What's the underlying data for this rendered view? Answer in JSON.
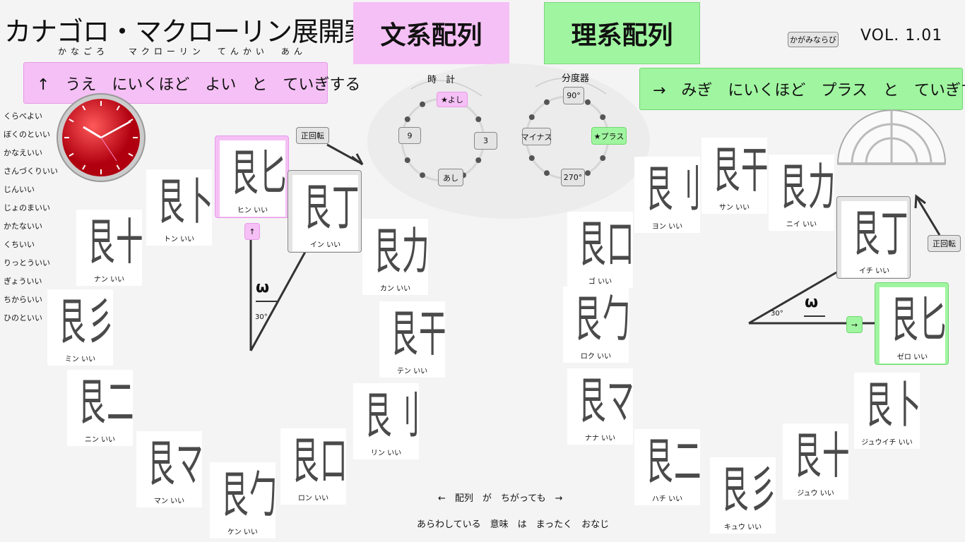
{
  "title": "カナゴロ・マクローリン展開案",
  "furigana": "かなごろ　 マクローリン　てんかい　あん",
  "headers": {
    "bunkei": "文系配列",
    "rikei": "理系配列"
  },
  "banners": {
    "left": "↑　うえ　にいくほど　よい　と　ていぎする",
    "right": "→　みぎ　にいくほど　プラス　と　ていぎする"
  },
  "mirror_button": "かがみならび",
  "version": "VOL. 1.01",
  "left_list": [
    "くらべよい",
    "ぼくのといい",
    "かなえいい",
    "さんづくりいい",
    "じんいい",
    "じょのまいい",
    "かたないい",
    "くちいい",
    "りっとういい",
    "ぎょういい",
    "ちからいい",
    "ひのといい"
  ],
  "dial_clock": {
    "title": "時　計",
    "top": "★よし",
    "left": "9",
    "right": "3",
    "bottom": "あし"
  },
  "dial_protractor": {
    "title": "分度器",
    "top": "90°",
    "left": "マイナス",
    "right": "★プラス",
    "bottom": "270°"
  },
  "rotate_label": "正回転",
  "omega": "ω",
  "angle": "30°",
  "up_arrow": "↑",
  "right_arrow": "→",
  "left_tiles": [
    {
      "part": "匕",
      "label": "ヒン いい"
    },
    {
      "part": "丁",
      "label": "イン いい"
    },
    {
      "part": "卜",
      "label": "トン いい"
    },
    {
      "part": "十",
      "label": "ナン いい"
    },
    {
      "part": "力",
      "label": "カン いい"
    },
    {
      "part": "彡",
      "label": "ミン いい"
    },
    {
      "part": "干",
      "label": "テン いい"
    },
    {
      "part": "二",
      "label": "ニン いい"
    },
    {
      "part": "刂",
      "label": "リン いい"
    },
    {
      "part": "マ",
      "label": "マン いい"
    },
    {
      "part": "口",
      "label": "ロン いい"
    },
    {
      "part": "勹",
      "label": "ケン いい"
    }
  ],
  "right_tiles": [
    {
      "part": "匕",
      "label": "ゼロ いい"
    },
    {
      "part": "丁",
      "label": "イチ いい"
    },
    {
      "part": "卜",
      "label": "ジュウイチ いい"
    },
    {
      "part": "十",
      "label": "ジュウ いい"
    },
    {
      "part": "彡",
      "label": "キュウ いい"
    },
    {
      "part": "二",
      "label": "ハチ いい"
    },
    {
      "part": "マ",
      "label": "ナナ いい"
    },
    {
      "part": "勹",
      "label": "ロク いい"
    },
    {
      "part": "口",
      "label": "ゴ いい"
    },
    {
      "part": "刂",
      "label": "ヨン いい"
    },
    {
      "part": "干",
      "label": "サン いい"
    },
    {
      "part": "力",
      "label": "ニイ いい"
    }
  ],
  "bottom": {
    "line1": "←　配列　が　ちがっても　→",
    "line2": "あらわしている　意味　は　まったく　おなじ"
  },
  "colors": {
    "pink": "#f5c0f5",
    "green": "#a0f5a0"
  }
}
